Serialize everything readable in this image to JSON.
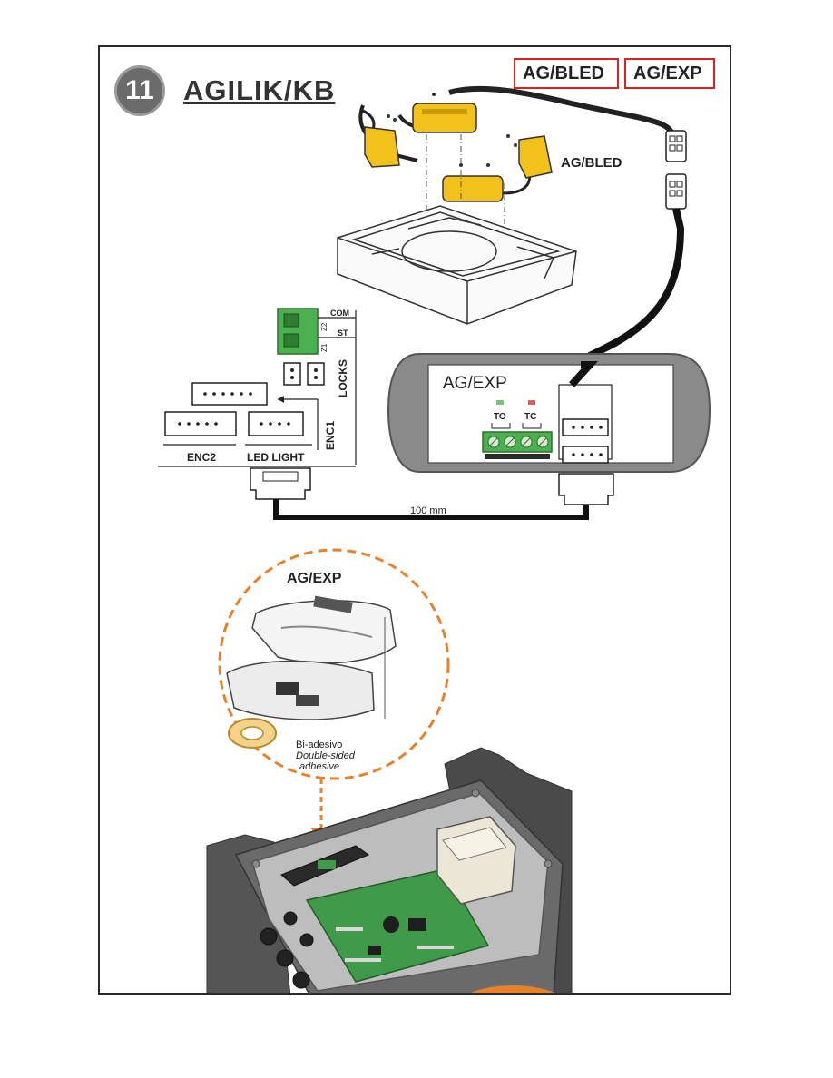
{
  "step": {
    "number": "11",
    "title": "AGILIK/KB"
  },
  "accessory_tags": [
    "AG/BLED",
    "AG/EXP"
  ],
  "labels": {
    "ag_bled": "AG/BLED",
    "ag_exp_board": "AG/EXP",
    "to": "TO",
    "tc": "TC",
    "com": "COM",
    "st": "ST",
    "z1": "Z1",
    "z2": "Z2",
    "locks": "LOCKS",
    "enc1": "ENC1",
    "enc2": "ENC2",
    "led_light": "LED LIGHT",
    "cable_length": "100 mm",
    "ag_exp_detail": "AG/EXP",
    "tape_it": "Bi-adesivo",
    "tape_en_1": "Double-sided",
    "tape_en_2": "adhesive"
  },
  "colors": {
    "led_yellow": "#f2c21a",
    "terminal_green": "#4caf50",
    "highlight_orange": "#e8822a",
    "tag_border": "#dd2222",
    "pcb_green": "#3f9a4a",
    "enclosure_dark": "#4a4a4a"
  }
}
